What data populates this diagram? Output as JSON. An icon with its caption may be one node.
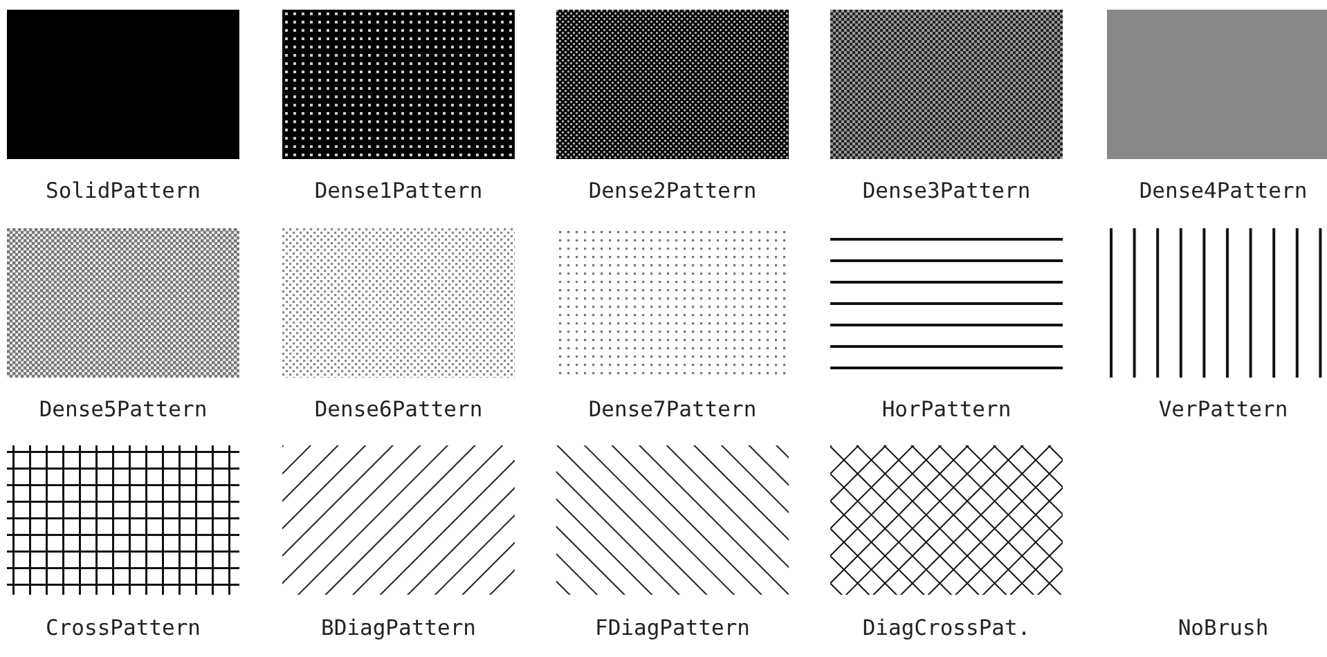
{
  "diagram": {
    "nodes": [
      {
        "text": [
          "SolidPattern"
        ]
      },
      {
        "text": [
          "Dense1Pattern"
        ]
      },
      {
        "text": [
          "Dense2Pattern"
        ]
      },
      {
        "text": [
          "Dense3Pattern"
        ]
      },
      {
        "text": [
          "Dense4Pattern"
        ]
      },
      {
        "text": [
          "Dense5Pattern"
        ]
      },
      {
        "text": [
          "Dense6Pattern"
        ]
      },
      {
        "text": [
          "Dense7Pattern"
        ]
      },
      {
        "text": [
          "HorPattern"
        ]
      },
      {
        "text": [
          "VerPattern"
        ]
      },
      {
        "text": [
          "CrossPattern"
        ]
      },
      {
        "text": [
          "BDiagPattern"
        ]
      },
      {
        "text": [
          "FDiagPattern"
        ]
      },
      {
        "text": [
          "DiagCrossPat."
        ]
      },
      {
        "text": [
          "NoBrush"
        ]
      }
    ]
  }
}
